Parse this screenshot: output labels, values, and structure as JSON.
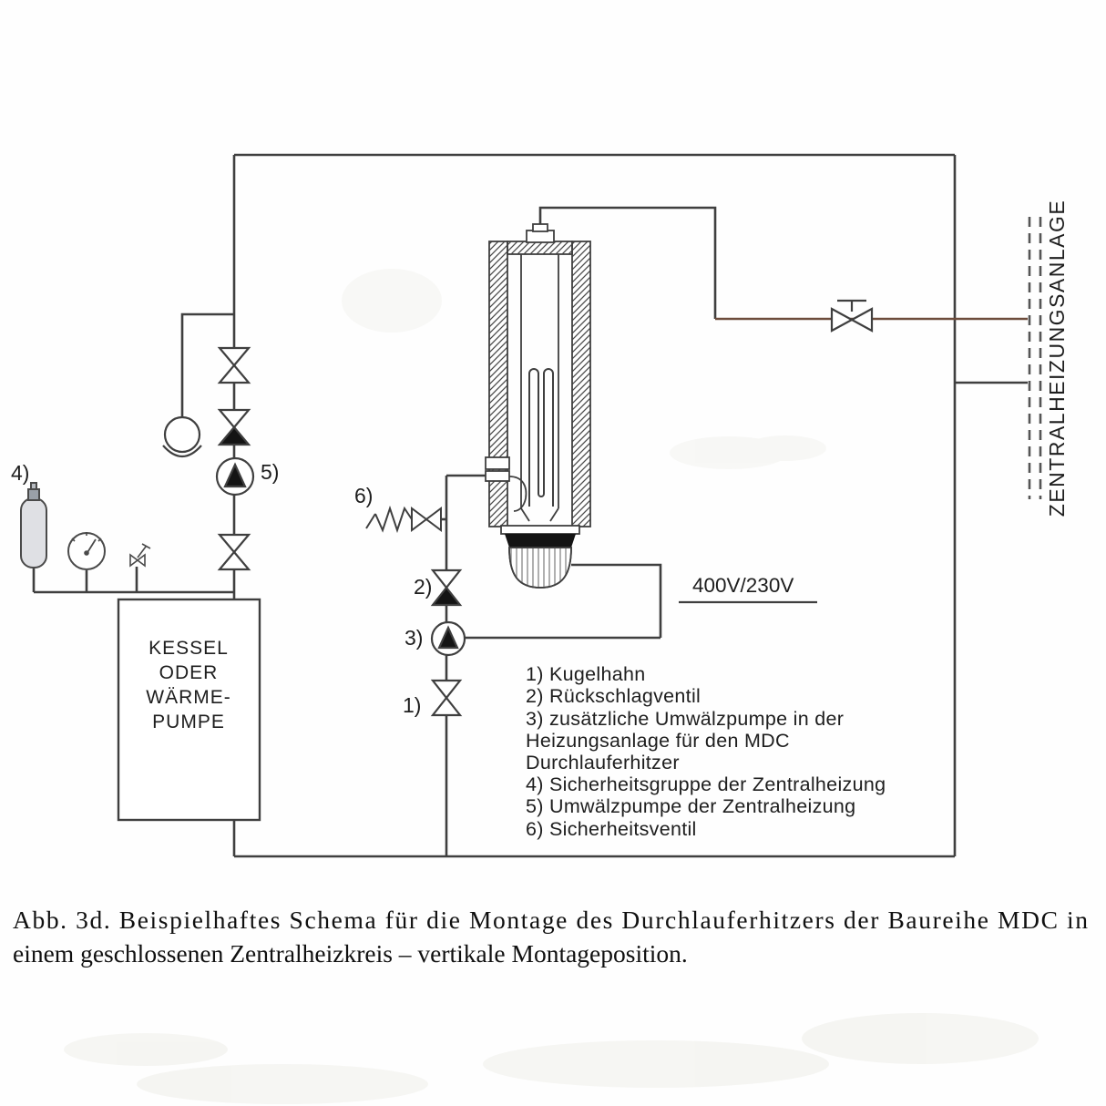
{
  "schematic": {
    "wall_label": "ZENTRALHEIZUNGSANLAGE",
    "power_label": "400V/230V",
    "boiler_lines": [
      "KESSEL",
      "ODER",
      "WÄRME-",
      "PUMPE"
    ],
    "markers": {
      "m1": "1)",
      "m2": "2)",
      "m3": "3)",
      "m4": "4)",
      "m5": "5)",
      "m6": "6)"
    },
    "legend_lines": [
      "1) Kugelhahn",
      "2) Rückschlagventil",
      "3) zusätzliche Umwälzpumpe in der",
      "Heizungsanlage für den MDC",
      "Durchlauferhitzer",
      "4) Sicherheitsgruppe der Zentralheizung",
      "5) Umwälzpumpe der Zentralheizung",
      "6) Sicherheitsventil"
    ],
    "colors": {
      "line": "#3f3f3f",
      "warm_pipe": "#6d4c3c",
      "fill_black": "#141414",
      "text": "#1e1e1e"
    }
  },
  "caption": {
    "line1": "Abb. 3d. Beispielhaftes Schema für die Montage des Durchlauferhitzers der Baureihe MDC in",
    "line2": "einem geschlossenen Zentralheizkreis – vertikale Montageposition."
  }
}
